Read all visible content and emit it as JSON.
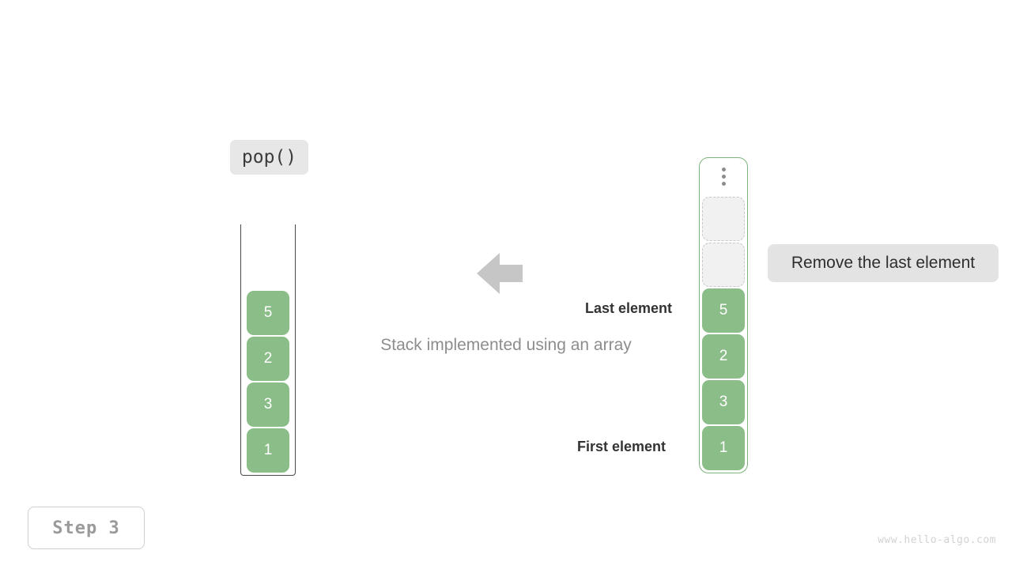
{
  "operation": {
    "label": "pop()"
  },
  "caption": {
    "text": "Stack implemented using an array"
  },
  "note": {
    "text": "Remove the last element"
  },
  "pointers": {
    "last": "Last element",
    "first": "First element"
  },
  "step": {
    "label": "Step 3"
  },
  "watermark": {
    "text": "www.hello-algo.com"
  },
  "icons": {
    "arrow": "arrow-left-icon",
    "ellipsis": "vertical-ellipsis-icon"
  },
  "colors": {
    "element_fill": "#8bbd89",
    "element_text": "#ffffff",
    "array_border": "#7cb37b",
    "empty_slot_fill": "#f1f1f1",
    "empty_slot_border": "#c9c9c9",
    "badge_bg": "#e7e7e7",
    "arrow": "#c6c6c6",
    "caption_text": "#8d8d8d",
    "step_text": "#9a9a9a"
  },
  "left_stack": {
    "name": "conceptual-stack",
    "elements": [
      "5",
      "2",
      "3",
      "1"
    ]
  },
  "right_stack": {
    "name": "array-stack",
    "capacity_hint": "truncated",
    "empty_slots": 2,
    "elements": [
      "5",
      "2",
      "3",
      "1"
    ]
  }
}
